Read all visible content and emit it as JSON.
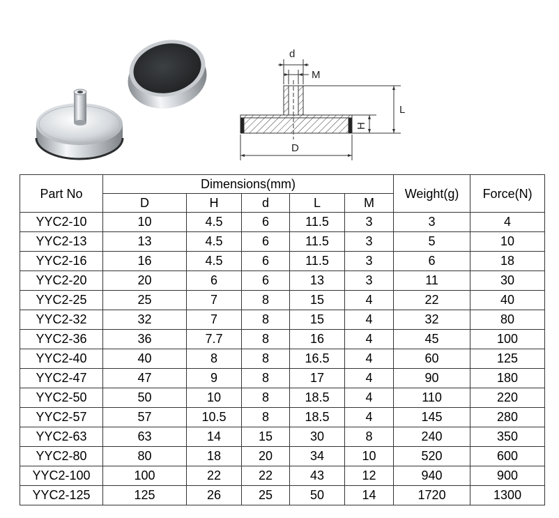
{
  "drawing_labels": {
    "d": "d",
    "M": "M",
    "H": "H",
    "L": "L",
    "D": "D"
  },
  "table": {
    "header_part": "Part No",
    "header_dimensions": "Dimensions(mm)",
    "header_weight": "Weight(g)",
    "header_force": "Force(N)",
    "dim_columns": [
      "D",
      "H",
      "d",
      "L",
      "M"
    ],
    "rows": [
      [
        "YYC2-10",
        "10",
        "4.5",
        "6",
        "11.5",
        "3",
        "3",
        "4"
      ],
      [
        "YYC2-13",
        "13",
        "4.5",
        "6",
        "11.5",
        "3",
        "5",
        "10"
      ],
      [
        "YYC2-16",
        "16",
        "4.5",
        "6",
        "11.5",
        "3",
        "6",
        "18"
      ],
      [
        "YYC2-20",
        "20",
        "6",
        "6",
        "13",
        "3",
        "11",
        "30"
      ],
      [
        "YYC2-25",
        "25",
        "7",
        "8",
        "15",
        "4",
        "22",
        "40"
      ],
      [
        "YYC2-32",
        "32",
        "7",
        "8",
        "15",
        "4",
        "32",
        "80"
      ],
      [
        "YYC2-36",
        "36",
        "7.7",
        "8",
        "16",
        "4",
        "45",
        "100"
      ],
      [
        "YYC2-40",
        "40",
        "8",
        "8",
        "16.5",
        "4",
        "60",
        "125"
      ],
      [
        "YYC2-47",
        "47",
        "9",
        "8",
        "17",
        "4",
        "90",
        "180"
      ],
      [
        "YYC2-50",
        "50",
        "10",
        "8",
        "18.5",
        "4",
        "110",
        "220"
      ],
      [
        "YYC2-57",
        "57",
        "10.5",
        "8",
        "18.5",
        "4",
        "145",
        "280"
      ],
      [
        "YYC2-63",
        "63",
        "14",
        "15",
        "30",
        "8",
        "240",
        "350"
      ],
      [
        "YYC2-80",
        "80",
        "18",
        "20",
        "34",
        "10",
        "520",
        "600"
      ],
      [
        "YYC2-100",
        "100",
        "22",
        "22",
        "43",
        "12",
        "940",
        "900"
      ],
      [
        "YYC2-125",
        "125",
        "26",
        "25",
        "50",
        "14",
        "1720",
        "1300"
      ]
    ]
  }
}
